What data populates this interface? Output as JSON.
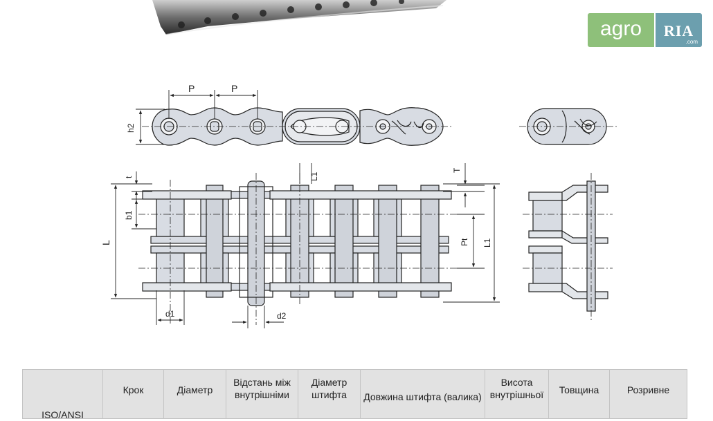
{
  "logo": {
    "left_text": "agro",
    "right_text": "RIA",
    "right_sub": ".com",
    "colors": {
      "left": "#8ec07a",
      "right": "#6c9fae"
    }
  },
  "diagram": {
    "labels": {
      "pitch_1": "P",
      "pitch_2": "P",
      "plate_height": "h2",
      "plate_thickness": "t",
      "inner_width": "b1",
      "pin_length": "L",
      "connecting_pin_length": "L1",
      "connecting_pin_extra": "L1",
      "thickness_T": "T",
      "transverse_pitch": "Pt",
      "roller_diameter": "d1",
      "pin_diameter": "d2"
    }
  },
  "table": {
    "headers": [
      "ISO/ANSI",
      "Крок",
      "Діаметр",
      "Відстань між внутрішніми",
      "Діаметр штифта",
      "Довжина штифта (валика)",
      "Висота внутрішньої",
      "Товщина",
      "Розривне"
    ]
  }
}
